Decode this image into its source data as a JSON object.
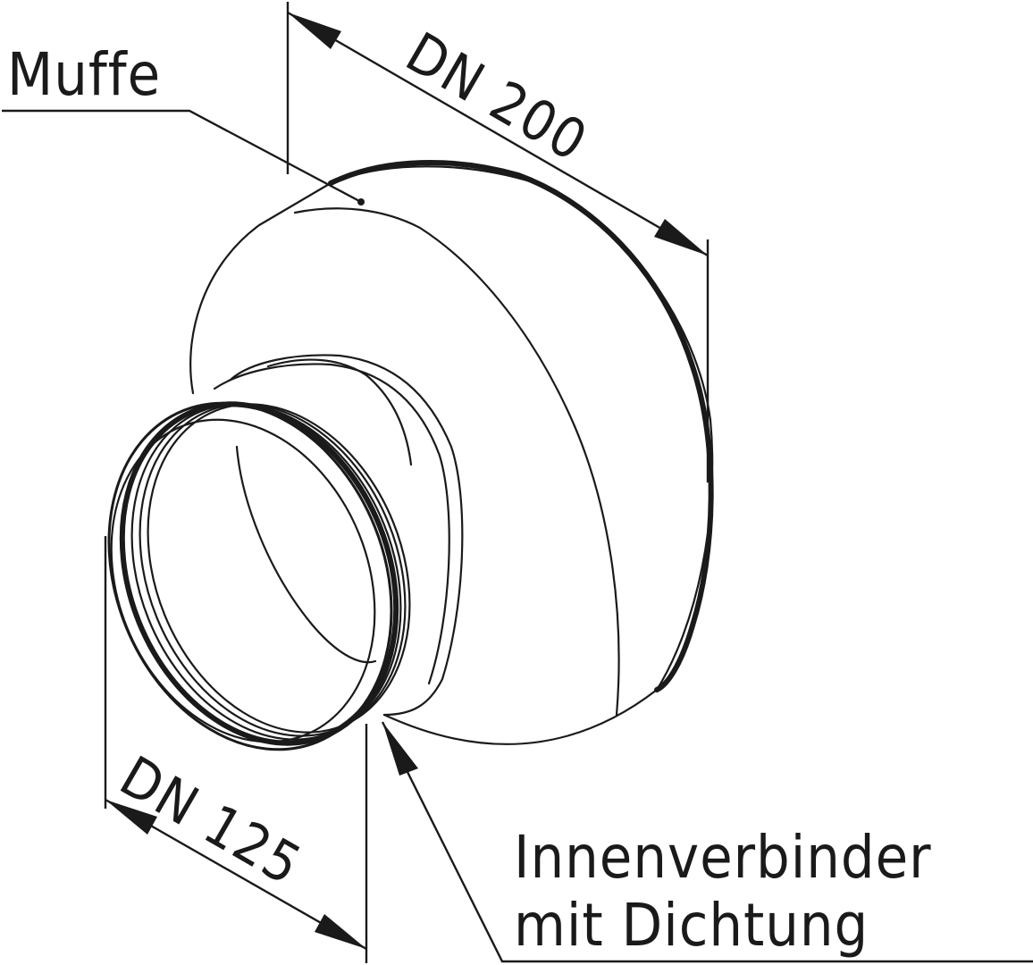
{
  "labels": {
    "muffe": "Muffe",
    "dn_large": "DN 200",
    "dn_small": "DN 125",
    "connector_line1": "Innenverbinder",
    "connector_line2": "mit Dichtung"
  },
  "colors": {
    "line": "#1a1a1a",
    "background": "#ffffff"
  }
}
